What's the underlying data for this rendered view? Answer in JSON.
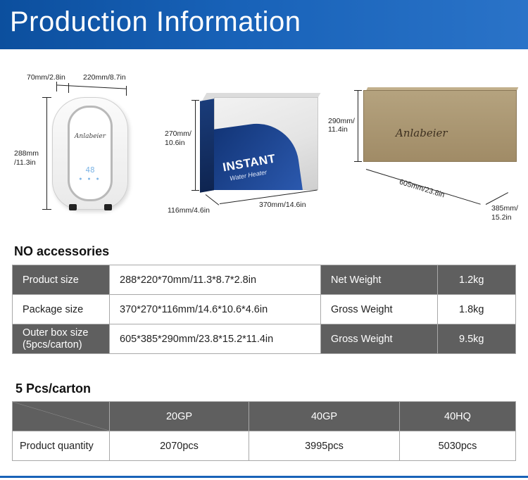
{
  "banner": {
    "title": "Production Information"
  },
  "heater": {
    "width_depth": "70mm/2.8in",
    "width": "220mm/8.7in",
    "height_mm": "288mm",
    "height_in": "/11.3in",
    "brand": "Anlabeier",
    "display": "48"
  },
  "package": {
    "height_mm": "270mm/",
    "height_in": "10.6in",
    "depth": "116mm/4.6in",
    "length": "370mm/14.6in",
    "print_title": "INSTANT",
    "print_subtitle": "Water Heater"
  },
  "carton_box": {
    "height_mm": "290mm/",
    "height_in": "11.4in",
    "length": "605mm/23.8in",
    "width_mm": "385mm/",
    "width_in": "15.2in",
    "brand": "Anlabeier"
  },
  "specs": {
    "title": "NO accessories",
    "rows": [
      {
        "label": "Product size",
        "value": "288*220*70mm/11.3*8.7*2.8in",
        "weight_label": "Net Weight",
        "weight": "1.2kg"
      },
      {
        "label": "Package size",
        "value": "370*270*116mm/14.6*10.6*4.6in",
        "weight_label": "Gross Weight",
        "weight": "1.8kg"
      },
      {
        "label": "Outer box size (5pcs/carton)",
        "value": "605*385*290mm/23.8*15.2*11.4in",
        "weight_label": "Gross Weight",
        "weight": "9.5kg"
      }
    ]
  },
  "carton": {
    "title": "5 Pcs/carton",
    "headers": [
      "20GP",
      "40GP",
      "40HQ"
    ],
    "row_label": "Product quantity",
    "values": [
      "2070pcs",
      "3995pcs",
      "5030pcs"
    ]
  }
}
